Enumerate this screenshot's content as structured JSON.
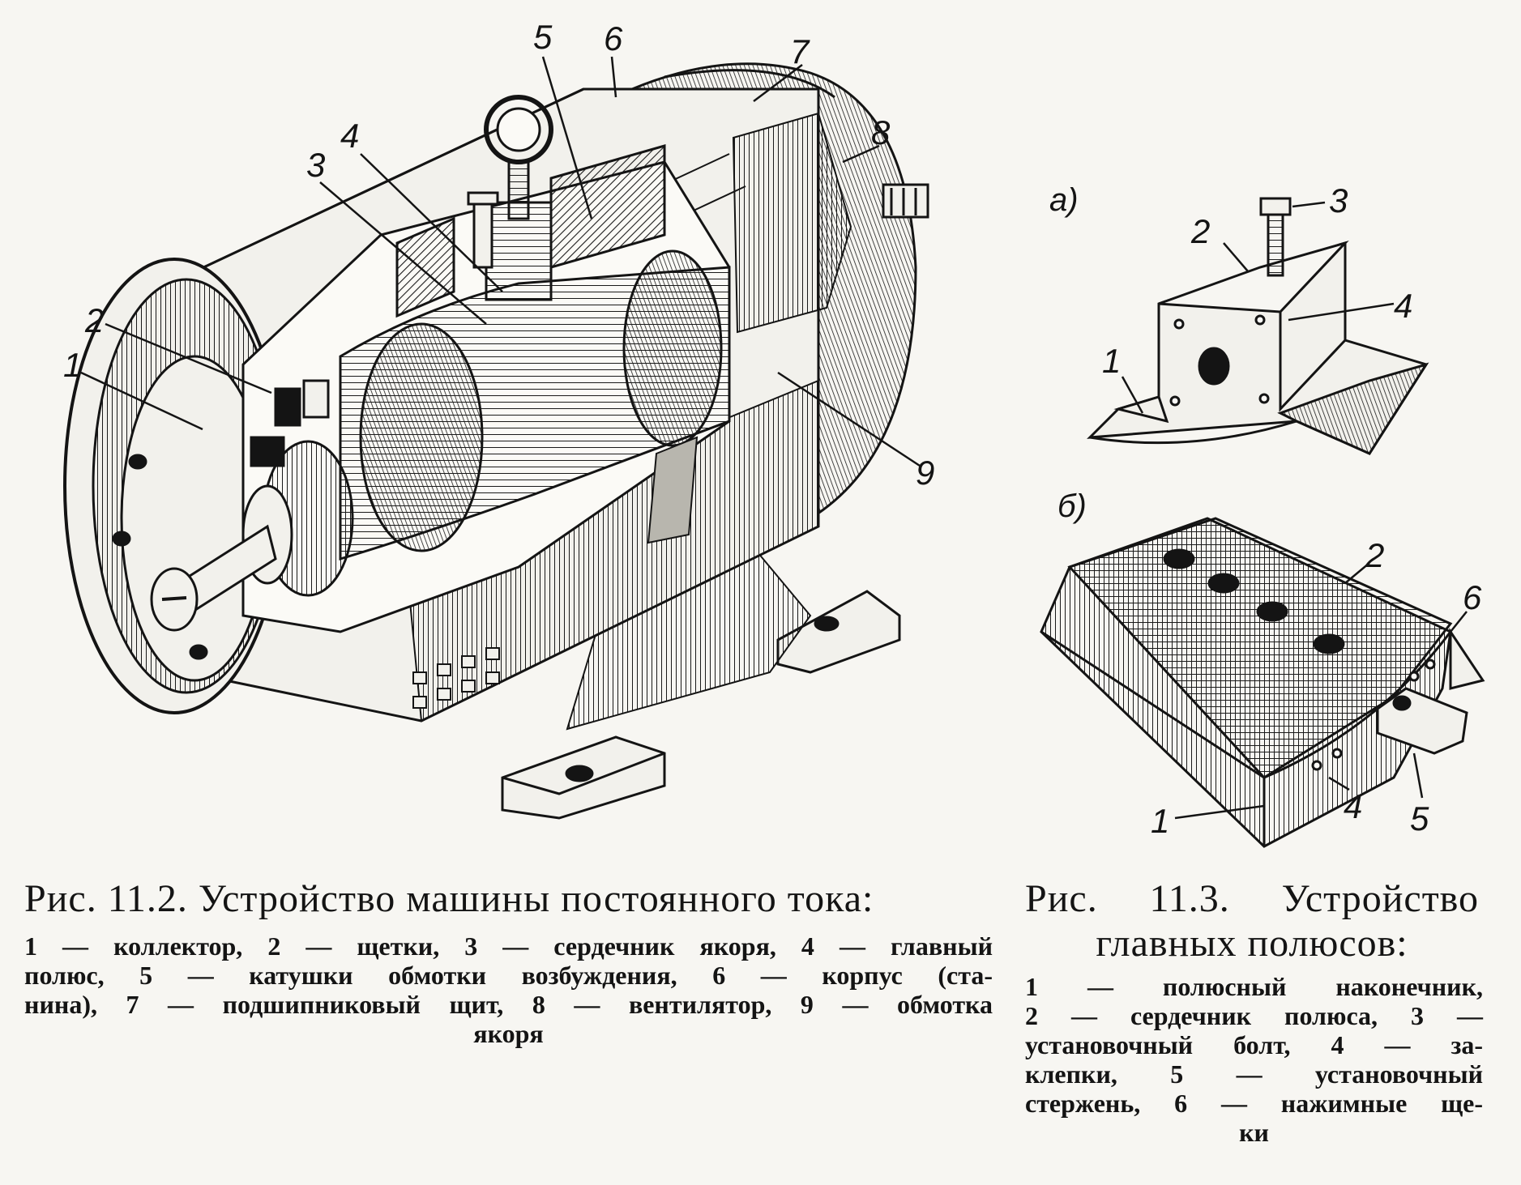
{
  "figure_11_2": {
    "title": "Рис. 11.2. Устройство машины постоянного тока:",
    "callouts": [
      "1",
      "2",
      "3",
      "4",
      "5",
      "6",
      "7",
      "8",
      "9"
    ],
    "legend": {
      "l1": "1 — коллектор, 2 — щетки, 3 — сердечник якоря, 4 — главный",
      "l2": "полюс, 5 — катушки обмотки возбуждения, 6 — корпус (ста-",
      "l3": "нина), 7 — подшипниковый щит, 8 — вентилятор, 9 — обмотка",
      "l4": "якоря"
    }
  },
  "figure_11_3": {
    "title_line1": "Рис. 11.3. Устройство",
    "title_line2": "главных полюсов:",
    "sub_a": "а)",
    "sub_b": "б)",
    "callouts_a": [
      "1",
      "2",
      "3",
      "4"
    ],
    "callouts_b": [
      "1",
      "2",
      "4",
      "5",
      "6"
    ],
    "legend": {
      "l1": "1 — полюсный наконечник,",
      "l2": "2 — сердечник полюса, 3 —",
      "l3": "установочный болт, 4 — за-",
      "l4": "клепки, 5 — установочный",
      "l5": "стержень, 6 — нажимные ще-",
      "l6": "ки"
    }
  }
}
